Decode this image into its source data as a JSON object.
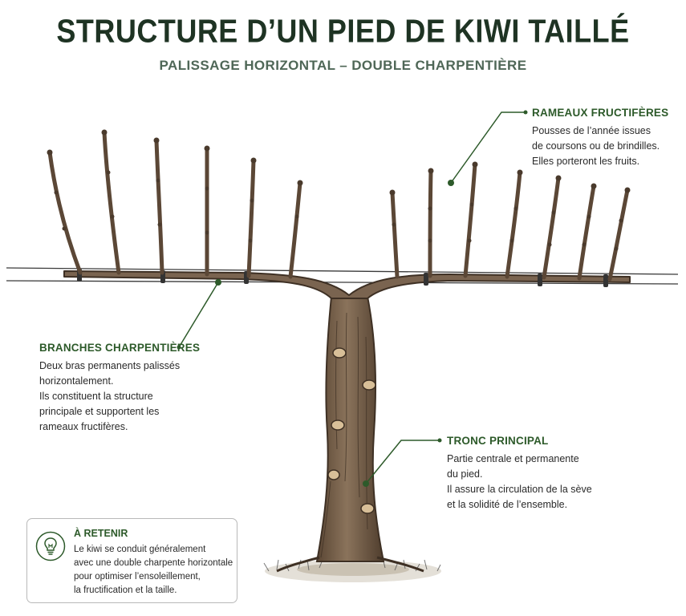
{
  "title": "STRUCTURE D’UN PIED DE KIWI TAILLÉ",
  "subtitle": "PALISSAGE HORIZONTAL – DOUBLE CHARPENTIÈRE",
  "labels": {
    "rameaux": {
      "title": "RAMEAUX FRUCTIFÈRES",
      "lines": [
        "Pousses de l’année issues",
        "de coursons ou de brindilles.",
        "Elles porteront les fruits."
      ]
    },
    "branches": {
      "title": "BRANCHES CHARPENTIÈRES",
      "lines": [
        "Deux bras permanents palissés",
        "horizontalement.",
        "Ils constituent la structure",
        "principale et supportent les",
        "rameaux fructifères."
      ]
    },
    "tronc": {
      "title": "TRONC PRINCIPAL",
      "lines": [
        "Partie centrale et permanente",
        "du pied.",
        "Il assure la circulation de la sève",
        "et la solidité de l’ensemble."
      ]
    }
  },
  "retain": {
    "title": "À RETENIR",
    "lines": [
      "Le kiwi se conduit généralement",
      "avec une double charpente horizontale",
      "pour optimiser l’ensoleillement,",
      "la fructification et la taille."
    ],
    "icon": "lightbulb-icon"
  },
  "colors": {
    "title": "#1e3323",
    "subtitle": "#4f6757",
    "accent_green": "#2d5a2a",
    "bark": "#6f5a45",
    "bark_dark": "#4a3a2c"
  }
}
